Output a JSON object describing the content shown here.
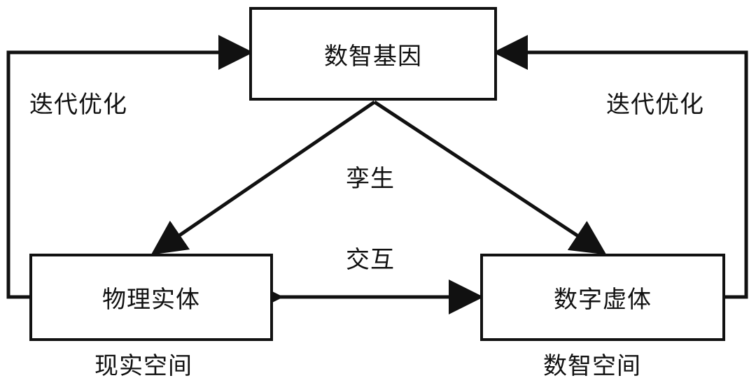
{
  "diagram": {
    "nodes": {
      "gene": "数智基因",
      "physical": "物理实体",
      "digital": "数字虚体"
    },
    "edges": {
      "twin": "孪生",
      "interaction": "交互",
      "left_iteration": "迭代优化",
      "right_iteration": "迭代优化"
    },
    "spaces": {
      "real": "现实空间",
      "digital": "数智空间"
    }
  }
}
